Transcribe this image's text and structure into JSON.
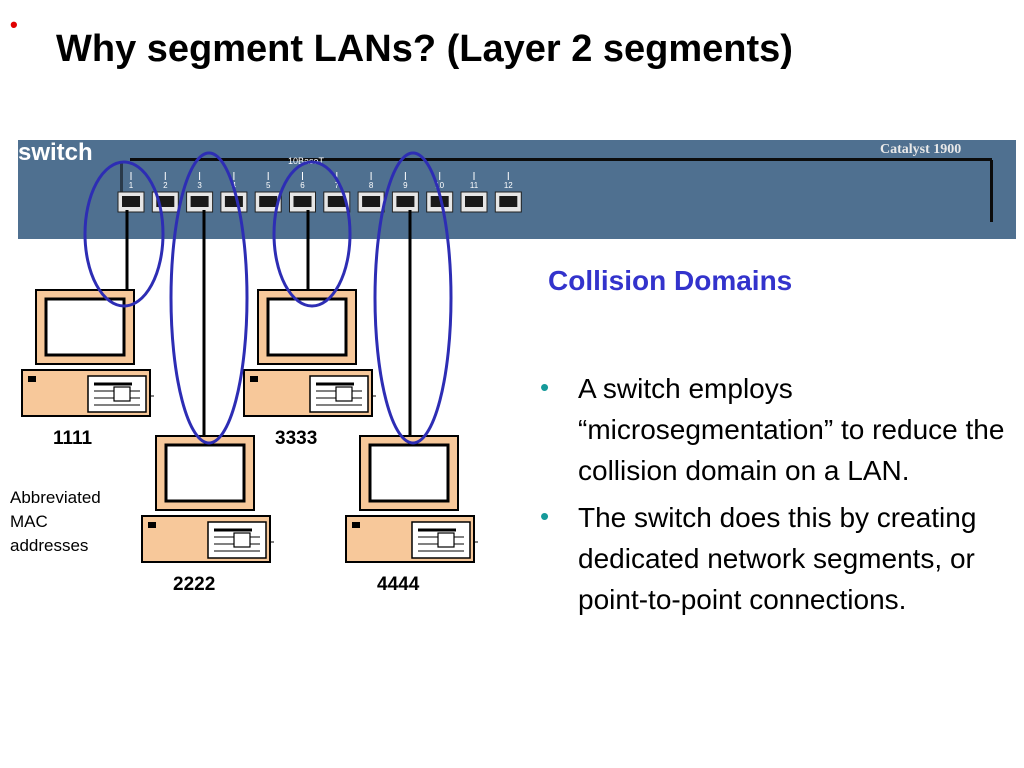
{
  "slide": {
    "bullet_glyph": "•",
    "title": "Why segment LANs? (Layer 2 segments)"
  },
  "switch": {
    "label": "switch",
    "model": "Catalyst 1900",
    "port_group_label": "10BaseT",
    "ports": [
      "1",
      "2",
      "3",
      "4",
      "5",
      "6",
      "7",
      "8",
      "9",
      "10",
      "11",
      "12"
    ],
    "panel_color": "#4f7090"
  },
  "computers": [
    {
      "mac": "1111"
    },
    {
      "mac": "2222"
    },
    {
      "mac": "3333"
    },
    {
      "mac": "4444"
    }
  ],
  "mac_note": {
    "line1": "Abbreviated",
    "line2": "MAC",
    "line3": "addresses"
  },
  "collision": {
    "heading": "Collision Domains",
    "ellipse_color": "#2d2db4"
  },
  "bullets": [
    "A switch employs “microsegmentation” to reduce the collision domain on a LAN.",
    "The switch does this by creating dedicated network segments, or point-to-point connections."
  ],
  "colors": {
    "computer_fill": "#f7c89a",
    "heading_color": "#3333cc",
    "bullet_color": "#169a9a"
  }
}
